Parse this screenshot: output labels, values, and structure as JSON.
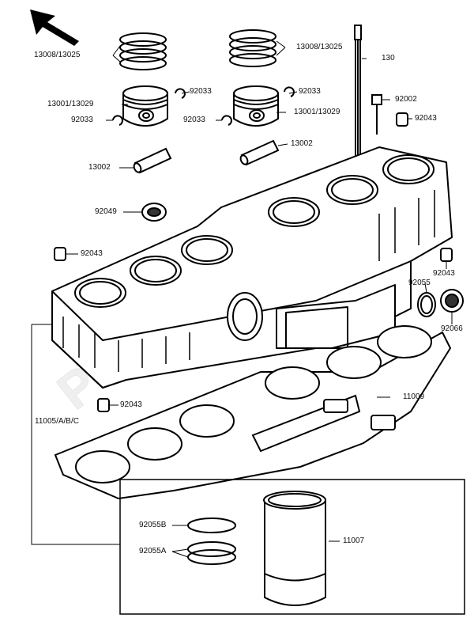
{
  "labels": {
    "ring_set_left": "13008/13025",
    "ring_set_right": "13008/13025",
    "stud": "130",
    "piston_left": "13001/13029",
    "piston_right": "13001/13029",
    "clip_left_upper": "92033",
    "clip_left_lower": "92033",
    "clip_right_upper": "92033",
    "clip_right_lower": "92033",
    "bolt": "92002",
    "dowel_top_right": "92043",
    "pin_left": "13002",
    "pin_right": "13002",
    "oil_seal": "92049",
    "dowel_left": "92043",
    "dowel_right": "92043",
    "oring_right": "92055",
    "seal_right": "92066",
    "gasket": "11009",
    "cylinder_block": "11005/A/B/C",
    "dowel_bottom": "92043",
    "oring_b": "92055B",
    "oring_a": "92055A",
    "liner": "11007"
  },
  "watermark": "PartsRepublik",
  "icons": {
    "direction_arrow": "arrow-up-left-icon"
  }
}
